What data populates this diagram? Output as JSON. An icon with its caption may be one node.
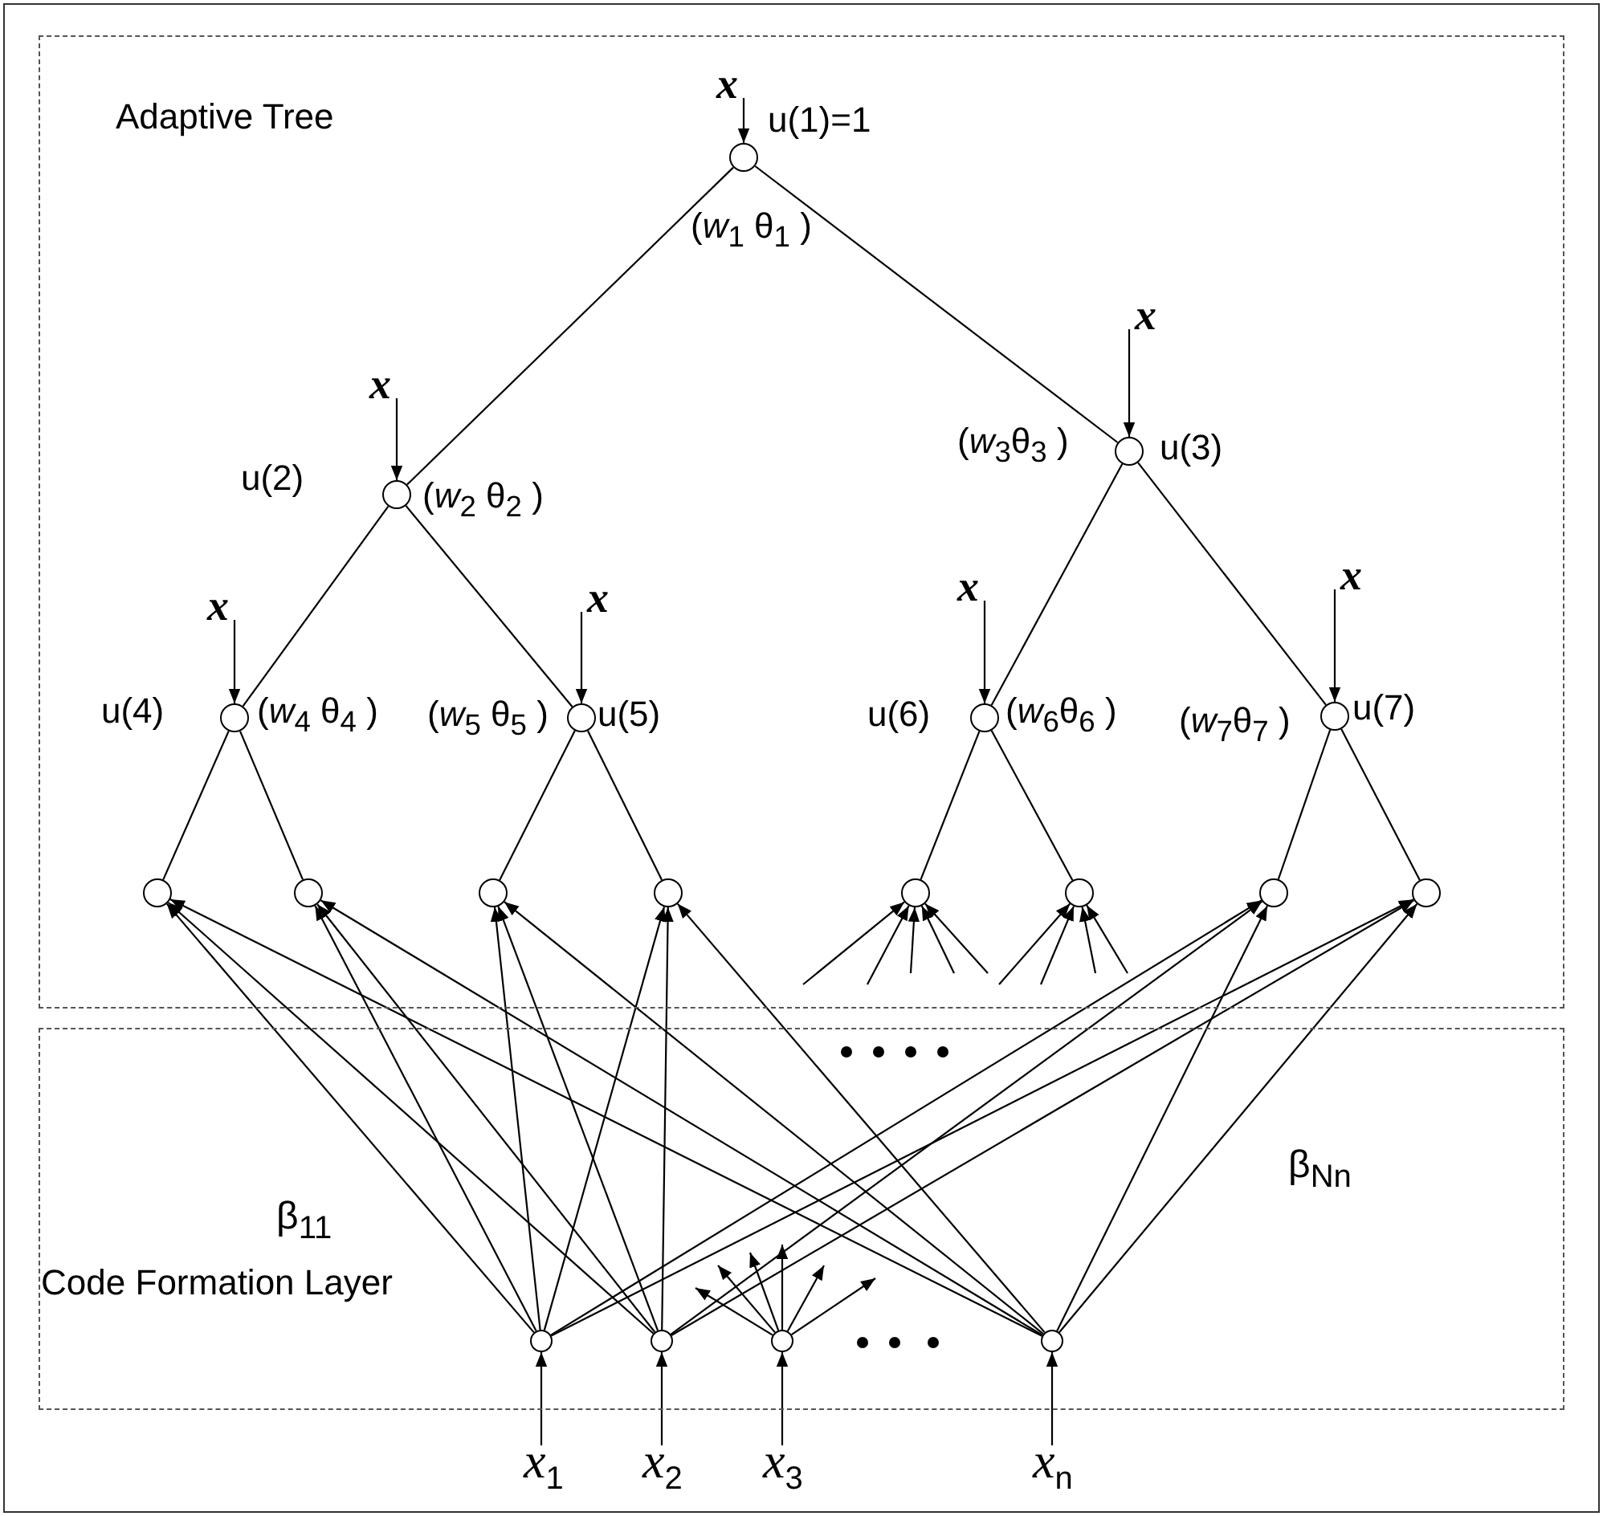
{
  "diagram": {
    "nodes": [
      {
        "text": [
          "Adaptive Tree"
        ]
      },
      {
        "text": [
          "x"
        ],
        "in": 0
      },
      {
        "text": [],
        "shape": "circle",
        "in": 0,
        "beside": [
          "u(1)=1",
          "(*w*$_{1}$ θ$_{1}$ )"
        ]
      },
      {
        "text": [
          "x"
        ],
        "in": 0
      },
      {
        "text": [
          "x"
        ],
        "in": 0
      },
      {
        "text": [],
        "shape": "circle",
        "in": 0,
        "beside": [
          "u(2)",
          "(*w*$_{2}$ θ$_{2}$ )"
        ]
      },
      {
        "text": [],
        "shape": "circle",
        "in": 0,
        "beside": [
          "(*w*$_{3}$θ$_{3}$ )",
          "u(3)"
        ]
      },
      {
        "text": [
          "x"
        ],
        "in": 0
      },
      {
        "text": [
          "x"
        ],
        "in": 0
      },
      {
        "text": [
          "x"
        ],
        "in": 0
      },
      {
        "text": [
          "x"
        ],
        "in": 0
      },
      {
        "text": [],
        "shape": "circle",
        "in": 0,
        "beside": [
          "u(4)",
          "(*w*$_{4}$ θ$_{4}$ )"
        ]
      },
      {
        "text": [],
        "shape": "circle",
        "in": 0,
        "beside": [
          "(*w*$_{5}$ θ$_{5}$ )",
          "u(5)"
        ]
      },
      {
        "text": [],
        "shape": "circle",
        "in": 0,
        "beside": [
          "u(6)",
          "(*w*$_{6}$θ$_{6}$ )"
        ]
      },
      {
        "text": [],
        "shape": "circle",
        "in": 0,
        "beside": [
          "(*w*$_{7}$θ$_{7}$ )",
          "u(7)"
        ]
      },
      {
        "text": [],
        "shape": "circle",
        "in": 0
      },
      {
        "text": [],
        "shape": "circle",
        "in": 0
      },
      {
        "text": [],
        "shape": "circle",
        "in": 0
      },
      {
        "text": [],
        "shape": "circle",
        "in": 0
      },
      {
        "text": [],
        "shape": "circle",
        "in": 0
      },
      {
        "text": [],
        "shape": "circle",
        "in": 0
      },
      {
        "text": [],
        "shape": "circle",
        "in": 0
      },
      {
        "text": [],
        "shape": "circle",
        "in": 0
      },
      {
        "text": [
          "β$_{11}$",
          "Code Formation Layer",
          "β$_{Nn}$"
        ]
      },
      {
        "text": [],
        "shape": "circle",
        "in": 23
      },
      {
        "text": [],
        "shape": "circle",
        "in": 23
      },
      {
        "text": [],
        "shape": "circle",
        "in": 23
      },
      {
        "text": [],
        "shape": "circle",
        "in": 23
      },
      {
        "text": [
          "x$_{1}$"
        ]
      },
      {
        "text": [
          "x$_{2}$"
        ]
      },
      {
        "text": [
          "x$_{3}$"
        ]
      },
      {
        "text": [
          "x$_{n}$"
        ]
      }
    ],
    "edges": [
      {
        "from": 1,
        "to": 2,
        "arrow": "to"
      },
      {
        "from": 3,
        "to": 5,
        "arrow": "to"
      },
      {
        "from": 4,
        "to": 6,
        "arrow": "to"
      },
      {
        "from": 7,
        "to": 11,
        "arrow": "to"
      },
      {
        "from": 8,
        "to": 12,
        "arrow": "to"
      },
      {
        "from": 9,
        "to": 13,
        "arrow": "to"
      },
      {
        "from": 10,
        "to": 14,
        "arrow": "to"
      },
      {
        "from": 2,
        "to": 5,
        "arrow": "none"
      },
      {
        "from": 2,
        "to": 6,
        "arrow": "none"
      },
      {
        "from": 5,
        "to": 11,
        "arrow": "none"
      },
      {
        "from": 5,
        "to": 12,
        "arrow": "none"
      },
      {
        "from": 6,
        "to": 13,
        "arrow": "none"
      },
      {
        "from": 6,
        "to": 14,
        "arrow": "none"
      },
      {
        "from": 11,
        "to": 15,
        "arrow": "none"
      },
      {
        "from": 11,
        "to": 16,
        "arrow": "none"
      },
      {
        "from": 12,
        "to": 17,
        "arrow": "none"
      },
      {
        "from": 12,
        "to": 18,
        "arrow": "none"
      },
      {
        "from": 13,
        "to": 19,
        "arrow": "none"
      },
      {
        "from": 13,
        "to": 20,
        "arrow": "none"
      },
      {
        "from": 14,
        "to": 21,
        "arrow": "none"
      },
      {
        "from": 14,
        "to": 22,
        "arrow": "none"
      },
      {
        "from": 28,
        "to": 24,
        "arrow": "to"
      },
      {
        "from": 29,
        "to": 25,
        "arrow": "to"
      },
      {
        "from": 30,
        "to": 26,
        "arrow": "to"
      },
      {
        "from": 31,
        "to": 27,
        "arrow": "to"
      },
      {
        "from": 24,
        "to": 15,
        "arrow": "to"
      },
      {
        "from": 24,
        "to": 16,
        "arrow": "to"
      },
      {
        "from": 24,
        "to": 17,
        "arrow": "to"
      },
      {
        "from": 24,
        "to": 18,
        "arrow": "to"
      },
      {
        "from": 24,
        "to": 21,
        "arrow": "to"
      },
      {
        "from": 24,
        "to": 22,
        "arrow": "to"
      },
      {
        "from": 25,
        "to": 15,
        "arrow": "to"
      },
      {
        "from": 25,
        "to": 16,
        "arrow": "to"
      },
      {
        "from": 25,
        "to": 17,
        "arrow": "to"
      },
      {
        "from": 25,
        "to": 18,
        "arrow": "to"
      },
      {
        "from": 25,
        "to": 21,
        "arrow": "to"
      },
      {
        "from": 25,
        "to": 22,
        "arrow": "to"
      },
      {
        "from": 27,
        "to": 15,
        "arrow": "to"
      },
      {
        "from": 27,
        "to": 16,
        "arrow": "to"
      },
      {
        "from": 27,
        "to": 17,
        "arrow": "to"
      },
      {
        "from": 27,
        "to": 18,
        "arrow": "to"
      },
      {
        "from": 27,
        "to": 21,
        "arrow": "to"
      },
      {
        "from": 27,
        "to": 22,
        "arrow": "to"
      },
      {
        "from": 26,
        "to": null,
        "arrow": "to"
      },
      {
        "from": 26,
        "to": null,
        "arrow": "to"
      },
      {
        "from": 26,
        "to": null,
        "arrow": "to"
      },
      {
        "from": 26,
        "to": null,
        "arrow": "to"
      },
      {
        "from": 26,
        "to": null,
        "arrow": "to"
      },
      {
        "from": 26,
        "to": null,
        "arrow": "to"
      },
      {
        "from": null,
        "to": 19,
        "arrow": "to"
      },
      {
        "from": null,
        "to": 19,
        "arrow": "to"
      },
      {
        "from": null,
        "to": 19,
        "arrow": "to"
      },
      {
        "from": null,
        "to": 19,
        "arrow": "to"
      },
      {
        "from": null,
        "to": 19,
        "arrow": "to"
      },
      {
        "from": null,
        "to": 20,
        "arrow": "to"
      },
      {
        "from": null,
        "to": 20,
        "arrow": "to"
      },
      {
        "from": null,
        "to": 20,
        "arrow": "to"
      },
      {
        "from": null,
        "to": 20,
        "arrow": "to"
      }
    ]
  }
}
